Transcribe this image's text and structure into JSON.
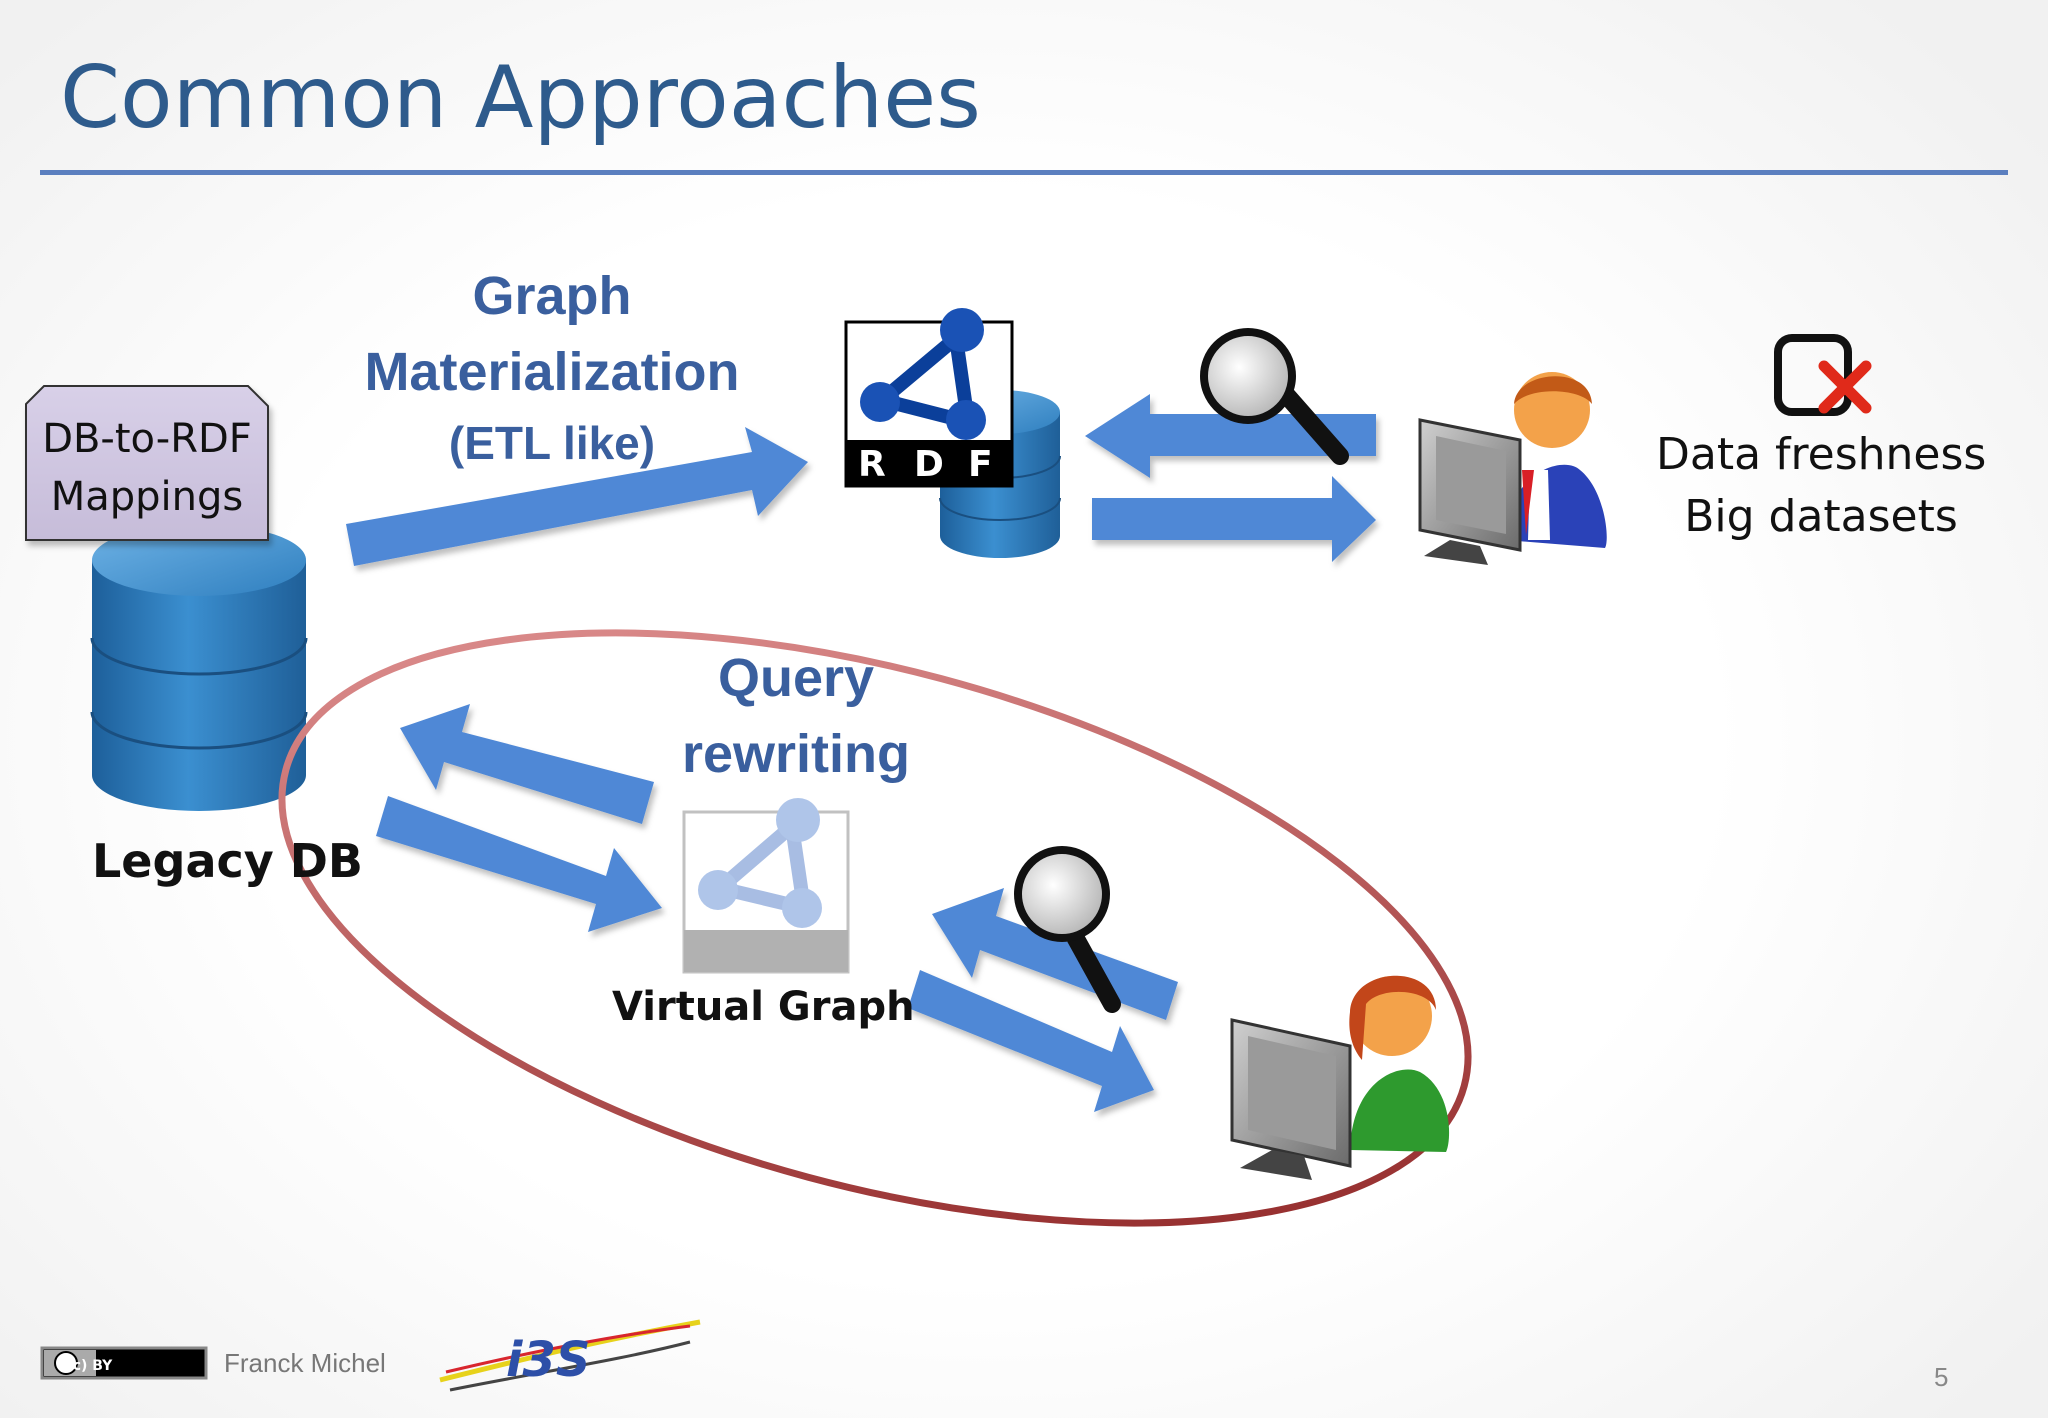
{
  "slide": {
    "title": "Common Approaches",
    "page_number": "5"
  },
  "mapping_note": {
    "line1": "DB-to-RDF",
    "line2": "Mappings"
  },
  "legacy_db": {
    "label": "Legacy DB"
  },
  "materialization": {
    "line1": "Graph",
    "line2": "Materialization",
    "line3": "(ETL like)"
  },
  "rdf_logo": {
    "letters": [
      "R",
      "D",
      "F"
    ]
  },
  "drawbacks": {
    "line1": "Data freshness",
    "line2": "Big datasets"
  },
  "rewriting": {
    "line1": "Query",
    "line2": "rewriting",
    "virtual_label": "Virtual Graph"
  },
  "footer": {
    "license": "(cc) BY",
    "author": "Franck Michel",
    "logo_text": "i3S"
  },
  "colors": {
    "title": "#2e5b8c",
    "rule": "#5b7fbf",
    "arrow": "#4f88d6",
    "db": "#2f7fbf",
    "ellipse": "#9c2b2b",
    "cross": "#e02a1a",
    "note_fill": "#cfc7e0"
  },
  "icons": [
    "database-icon",
    "rdf-logo-icon",
    "magnifier-icon",
    "user-computer-icon",
    "cross-icon",
    "cc-license-icon",
    "i3s-logo-icon"
  ]
}
